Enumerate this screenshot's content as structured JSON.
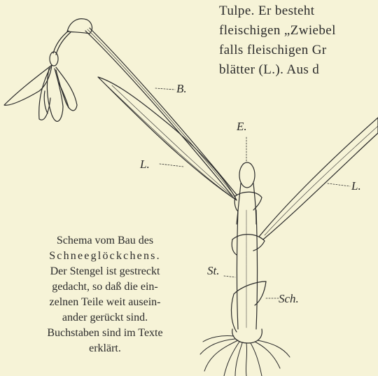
{
  "body_text": {
    "lines": [
      "Tulpe.   Er besteht",
      "fleischigen „Zwiebel",
      "falls fleischigen Gr",
      "blätter (L.).   Aus d"
    ]
  },
  "labels": {
    "b": "B.",
    "e": "E.",
    "l_left": "L.",
    "l_right": "L.",
    "st": "St.",
    "sch": "Sch."
  },
  "caption": {
    "title_line1": "Schema vom Bau des",
    "title_line2": "Schneeglöckchens.",
    "body_lines": [
      "Der Stengel ist gestreckt",
      "gedacht, so daß die ein-",
      "zelnen Teile weit ausein-",
      "ander gerückt sind.",
      "Buchstaben sind im Texte",
      "erklärt."
    ]
  },
  "colors": {
    "paper": "#f6f3d7",
    "ink": "#2a2a2a"
  }
}
